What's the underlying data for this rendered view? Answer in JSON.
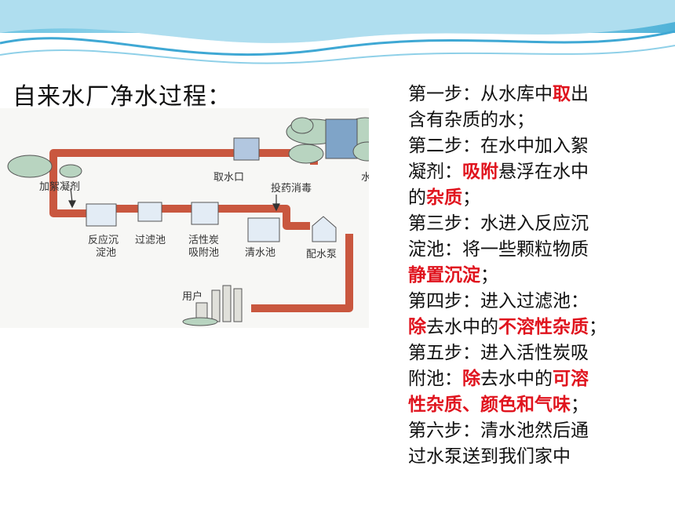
{
  "title": "自来水厂净水过程：",
  "diagram": {
    "labels": {
      "intake": "取水口",
      "reservoir": "水库",
      "coagulant": "加絮凝剂",
      "disinfect": "投药消毒",
      "sediment_1": "反应沉",
      "sediment_2": "淀池",
      "filter": "过滤池",
      "carbon_1": "活性炭",
      "carbon_2": "吸附池",
      "clear": "清水池",
      "pump": "配水泵",
      "user": "用户"
    }
  },
  "steps": [
    [
      {
        "t": "第一步：从水库中"
      },
      {
        "t": "取",
        "hl": true
      },
      {
        "t": "出"
      }
    ],
    [
      {
        "t": "含有杂质的水；"
      }
    ],
    [
      {
        "t": "第二步：在水中加入絮"
      }
    ],
    [
      {
        "t": "凝剂："
      },
      {
        "t": "吸附",
        "hl": true
      },
      {
        "t": "悬浮在水中"
      }
    ],
    [
      {
        "t": "的"
      },
      {
        "t": "杂质",
        "hl": true
      },
      {
        "t": "；"
      }
    ],
    [
      {
        "t": "第三步：水进入反应沉"
      }
    ],
    [
      {
        "t": "淀池：将一些颗粒物质"
      }
    ],
    [
      {
        "t": "静置沉淀",
        "hl": true
      },
      {
        "t": "；"
      }
    ],
    [
      {
        "t": "第四步：进入过滤池："
      }
    ],
    [
      {
        "t": "除",
        "hl": true
      },
      {
        "t": "去水中的"
      },
      {
        "t": "不溶性杂质",
        "hl": true
      },
      {
        "t": "；"
      }
    ],
    [
      {
        "t": "第五步：进入活性炭吸"
      }
    ],
    [
      {
        "t": "附池："
      },
      {
        "t": "除",
        "hl": true
      },
      {
        "t": "去水中的"
      },
      {
        "t": "可溶",
        "hl": true
      }
    ],
    [
      {
        "t": "性杂质、颜色和气味",
        "hl": true
      },
      {
        "t": "；"
      }
    ],
    [
      {
        "t": "第六步：清水池然后通"
      }
    ],
    [
      {
        "t": "过水泵送到我们家中"
      }
    ]
  ]
}
